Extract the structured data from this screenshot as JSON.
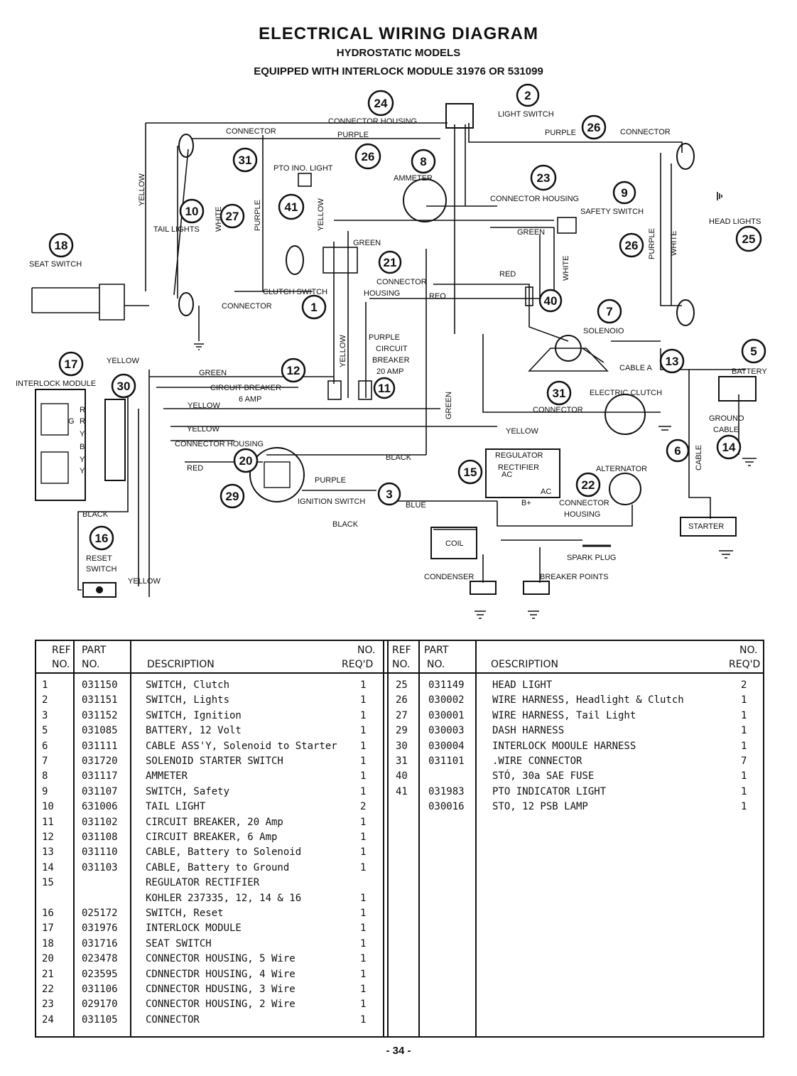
{
  "title": "ELECTRICAL WIRING DIAGRAM",
  "subtitle1": "HYDROSTATIC MODELS",
  "subtitle2": "EQUIPPED WITH INTERLOCK MODULE 31976 OR 531099",
  "callouts": [
    "24",
    "2",
    "26",
    "31",
    "26",
    "8",
    "23",
    "9",
    "41",
    "10",
    "27",
    "18",
    "21",
    "26",
    "25",
    "40",
    "1",
    "7",
    "5",
    "13",
    "17",
    "30",
    "12",
    "11",
    "31",
    "6",
    "14",
    "20",
    "15",
    "22",
    "29",
    "3",
    "16"
  ],
  "labels": {
    "connector_housing_top": "CONNECTOR HOUSING",
    "light_switch": "LIGHT SWITCH",
    "connector_a": "CONNECTOR",
    "purple": "PURPLE",
    "connector_b": "CONNECTOR",
    "pto_ind_light": "PTO INO. LIGHT",
    "ammeter": "AMMETER",
    "connector_housing_23": "CONNECTOR HOUSING",
    "safety_switch": "SAFETY SWITCH",
    "yellow": "YELLOW",
    "white": "WHITE",
    "tail_lights": "TAIL LIGHTS",
    "green": "GREEN",
    "head_lights": "HEAD LIGHTS",
    "seat_switch": "SEAT SWITCH",
    "red": "RED",
    "clutch_switch": "CLUTCH SWITCH",
    "connector_housing_21a": "CONNECTOR",
    "connector_housing_21b": "HOUSING",
    "reo": "REO",
    "solenoid": "SOLENOIO",
    "cable_a": "CABLE A",
    "battery": "BATTERY",
    "circuit_breaker_20a": "CIRCUIT",
    "circuit_breaker_20b": "BREAKER",
    "circuit_breaker_20c": "20 AMP",
    "interlock_module": "INTERLOCK MODULE",
    "circuit_breaker_6a": "CIRCUIT BREAKER",
    "circuit_breaker_6b": "6 AMP",
    "electric_clutch": "ELECTRIC CLUTCH",
    "ground_cable_a": "GROUNO",
    "ground_cable_b": "CABLE",
    "connector_housing_20": "CONNECTOR HOUSING",
    "black": "BLACK",
    "regulator_a": "REGULATOR",
    "regulator_b": "RECTIFIER",
    "alternator": "ALTERNATOR",
    "cable": "CABLE",
    "ignition_switch": "IGNITION SWITCH",
    "blue": "BLUE",
    "ac": "AC",
    "b_plus": "B+",
    "connector_housing_22a": "CONNECTOR",
    "connector_housing_22b": "HOUSING",
    "starter": "STARTER",
    "reset_a": "RESET",
    "reset_b": "SWITCH",
    "coil": "COIL",
    "spark_plug": "SPARK PLUG",
    "condenser": "CONDENSER",
    "breaker_points": "BREAKER POINTS",
    "pins": [
      "R",
      "G",
      "R",
      "Y",
      "B",
      "Y",
      "Y"
    ]
  },
  "parts_table": {
    "headers": {
      "ref": [
        "REF",
        "NO."
      ],
      "part": [
        "PART",
        "NO."
      ],
      "desc": "DESCRIPTION",
      "req": [
        "NO.",
        "REQ'D"
      ],
      "ref2": [
        "REF",
        "NO."
      ],
      "part2": [
        "PART",
        "NO."
      ],
      "desc2": "OESCRIPTION",
      "req2": [
        "NO.",
        "REQ'D"
      ]
    },
    "left": [
      [
        "1",
        "031150",
        "SWITCH, Clutch",
        "1"
      ],
      [
        "2",
        "031151",
        "SWITCH, Lights",
        "1"
      ],
      [
        "3",
        "031152",
        "SWITCH, Ignition",
        "1"
      ],
      [
        "5",
        "031085",
        "BATTERY, 12 Volt",
        "1"
      ],
      [
        "6",
        "031111",
        "CABLE ASS'Y, Solenoid to Starter",
        "1"
      ],
      [
        "7",
        "031720",
        "SOLENOID STARTER SWITCH",
        "1"
      ],
      [
        "8",
        "031117",
        "AMMETER",
        "1"
      ],
      [
        "9",
        "031107",
        "SWITCH, Safety",
        "1"
      ],
      [
        "10",
        "631006",
        "TAIL LIGHT",
        "2"
      ],
      [
        "11",
        "031102",
        "CIRCUIT BREAKER, 20 Amp",
        "1"
      ],
      [
        "12",
        "031108",
        "CIRCUIT BREAKER, 6 Amp",
        "1"
      ],
      [
        "13",
        "031110",
        "CABLE, Battery to Solenoid",
        "1"
      ],
      [
        "14",
        "031103",
        "CABLE, Battery to Ground",
        "1"
      ],
      [
        "15",
        "",
        "REGULATOR RECTIFIER",
        ""
      ],
      [
        "",
        "",
        "KOHLER 237335, 12, 14 & 16",
        "1"
      ],
      [
        "16",
        "025172",
        "SWITCH, Reset",
        "1"
      ],
      [
        "17",
        "031976",
        "INTERLOCK MODULE",
        "1"
      ],
      [
        "18",
        "031716",
        "SEAT SWITCH",
        "1"
      ],
      [
        "20",
        "023478",
        "CONNECTOR HOUSING, 5 Wire",
        "1"
      ],
      [
        "21",
        "023595",
        "CDNNECTDR HOUSING, 4 Wire",
        "1"
      ],
      [
        "22",
        "031106",
        "CDNNECTOR HDUSING, 3 Wire",
        "1"
      ],
      [
        "23",
        "029170",
        "CONNECTOR HOUSING, 2 Wire",
        "1"
      ],
      [
        "24",
        "031105",
        "CONNECTOR",
        "1"
      ]
    ],
    "right": [
      [
        "25",
        "031149",
        "HEAD LIGHT",
        "2"
      ],
      [
        "26",
        "030002",
        "WIRE HARNESS, Headlight & Clutch",
        "1"
      ],
      [
        "27",
        "030001",
        "WIRE HARNESS, Tail Light",
        "1"
      ],
      [
        "29",
        "030003",
        "DASH HARNESS",
        "1"
      ],
      [
        "30",
        "030004",
        "INTERLOCK MOOULE HARNESS",
        "1"
      ],
      [
        "31",
        "031101",
        ".WIRE CONNECTOR",
        "7"
      ],
      [
        "40",
        "",
        "STÓ, 30a SAE FUSE",
        "1"
      ],
      [
        "41",
        "031983",
        "PTO INDICATOR LIGHT",
        "1"
      ],
      [
        "",
        "030016",
        "STO, 12 PSB LAMP",
        "1"
      ]
    ]
  },
  "page_number": "- 34 -"
}
